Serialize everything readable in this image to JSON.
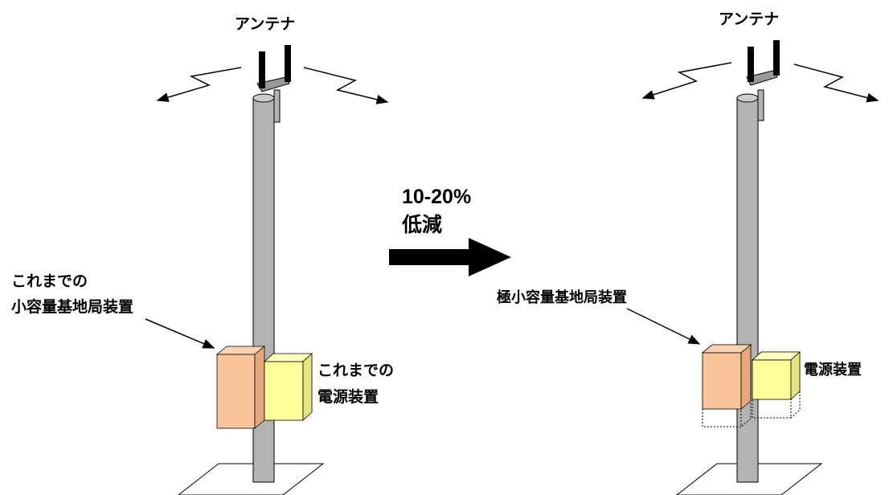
{
  "left_station": {
    "antenna_label": "アンテナ",
    "base_unit_label_line1": "これまでの",
    "base_unit_label_line2": "小容量基地局装置",
    "power_unit_label_line1": "これまでの",
    "power_unit_label_line2": "電源装置"
  },
  "transition": {
    "reduction_line1": "10-20%",
    "reduction_line2": "低減"
  },
  "right_station": {
    "antenna_label": "アンテナ",
    "base_unit_label": "極小容量基地局装置",
    "power_unit_label": "電源装置"
  },
  "colors": {
    "pole": "#b3b3b3",
    "base_unit_front": "#f9c49a",
    "base_unit_side": "#e8a77a",
    "power_unit_front": "#ffff99",
    "power_unit_side": "#e6e680",
    "arrow": "#000000"
  }
}
